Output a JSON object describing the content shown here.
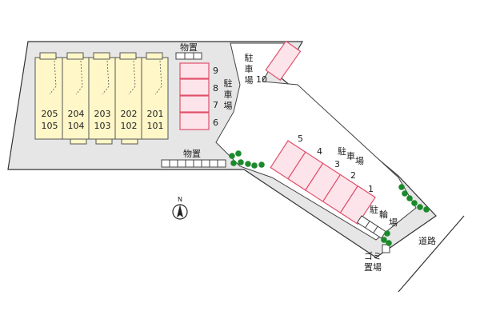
{
  "colors": {
    "lot": "#e6e6e6",
    "lot_stroke": "#333333",
    "building": "#fff7c8",
    "parking_fill": "#fde4ea",
    "parking_stroke": "#e0506a",
    "tree": "#1b8a2b"
  },
  "units": {
    "upper": [
      "205",
      "204",
      "203",
      "202",
      "201"
    ],
    "lower": [
      "105",
      "104",
      "103",
      "102",
      "101"
    ]
  },
  "labels": {
    "storage_top": "物置",
    "storage_bottom": "物置",
    "parking_a": [
      "駐",
      "車",
      "場"
    ],
    "parking_b": [
      "駐",
      "車",
      "場"
    ],
    "parking_c": [
      "駐",
      "車",
      "場"
    ],
    "bicycle": [
      "駐",
      "輪",
      "場"
    ],
    "garbage": [
      "ゴミ",
      "置場"
    ],
    "road": "道路",
    "north": "N"
  },
  "parking": {
    "left_nums": [
      "9",
      "8",
      "7",
      "6"
    ],
    "top_num": "10",
    "diag_nums": [
      "5",
      "4",
      "3",
      "2",
      "1"
    ]
  },
  "icons": {
    "compass": "north-arrow-icon",
    "tree": "tree-icon"
  }
}
